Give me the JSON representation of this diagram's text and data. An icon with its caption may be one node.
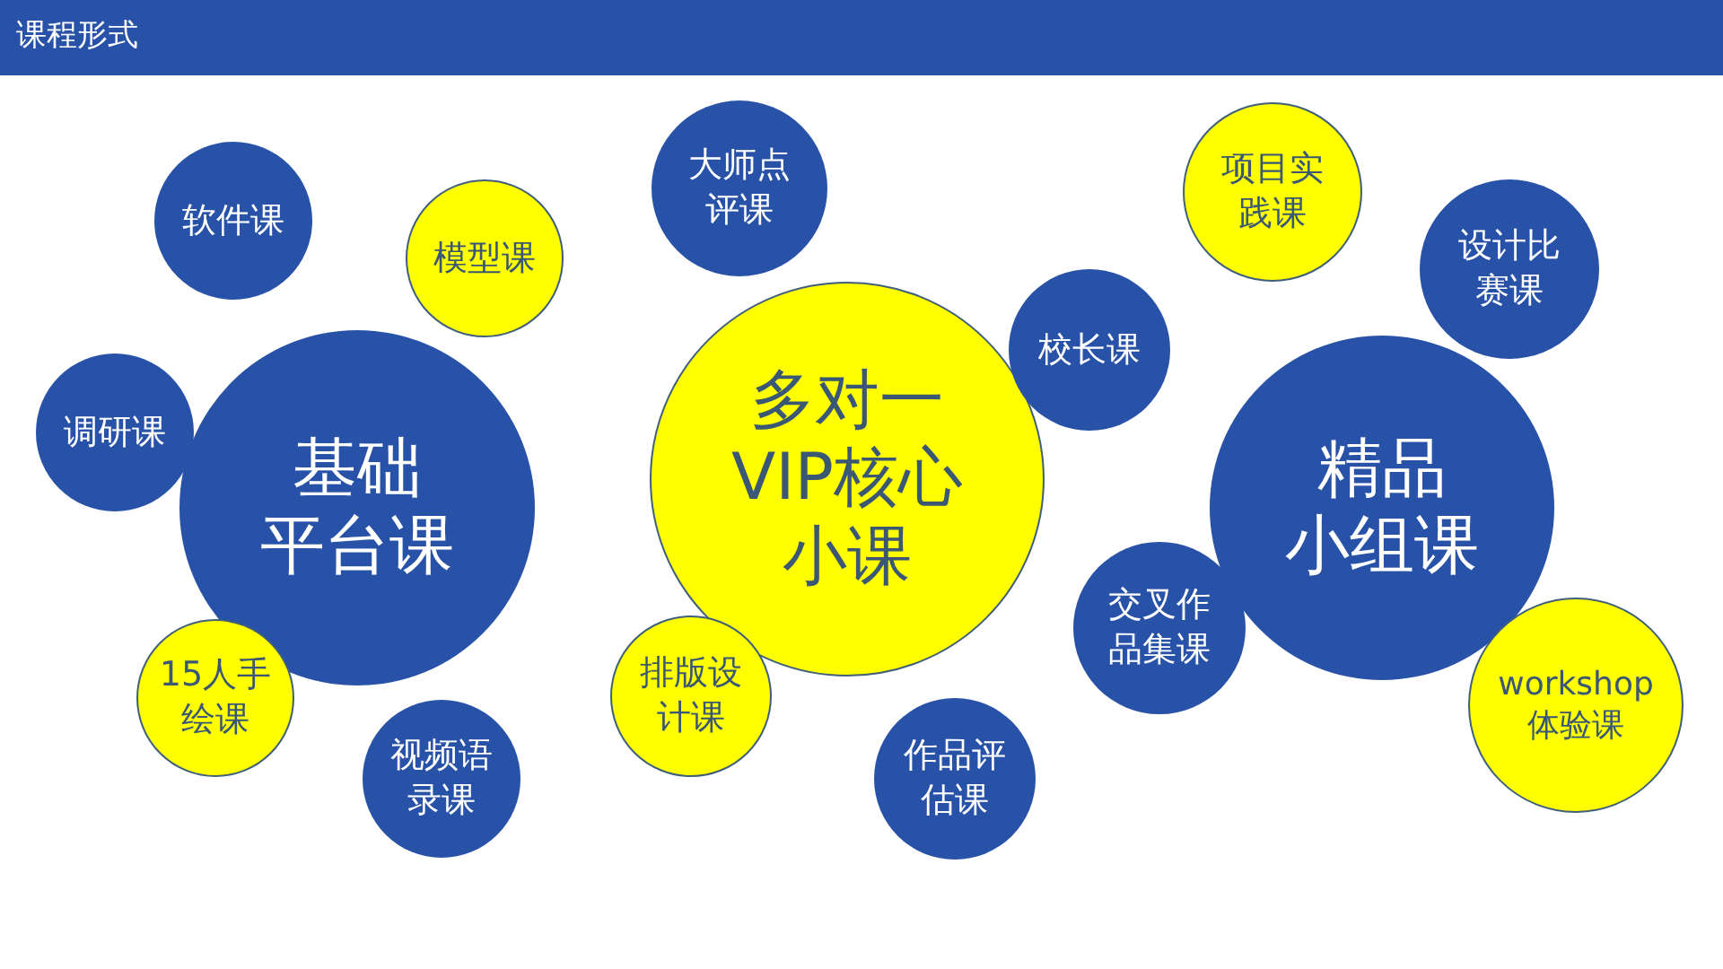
{
  "diagram": {
    "title": "课程形式",
    "nodes": [
      {
        "text": [
          "软件课"
        ]
      },
      {
        "text": [
          "模型课"
        ]
      },
      {
        "text": [
          "调研课"
        ]
      },
      {
        "text": [
          "基础平台课"
        ]
      },
      {
        "text": [
          "15人手绘课"
        ]
      },
      {
        "text": [
          "视频语录课"
        ]
      },
      {
        "text": [
          "大师点评课"
        ]
      },
      {
        "text": [
          "多对一VIP核心小课"
        ]
      },
      {
        "text": [
          "排版设计课"
        ]
      },
      {
        "text": [
          "作品评估课"
        ]
      },
      {
        "text": [
          "校长课"
        ]
      },
      {
        "text": [
          "项目实践课"
        ]
      },
      {
        "text": [
          "设计比赛课"
        ]
      },
      {
        "text": [
          "精品小组课"
        ]
      },
      {
        "text": [
          "交叉作品集课"
        ]
      },
      {
        "text": [
          "workshop体验课"
        ]
      }
    ]
  }
}
